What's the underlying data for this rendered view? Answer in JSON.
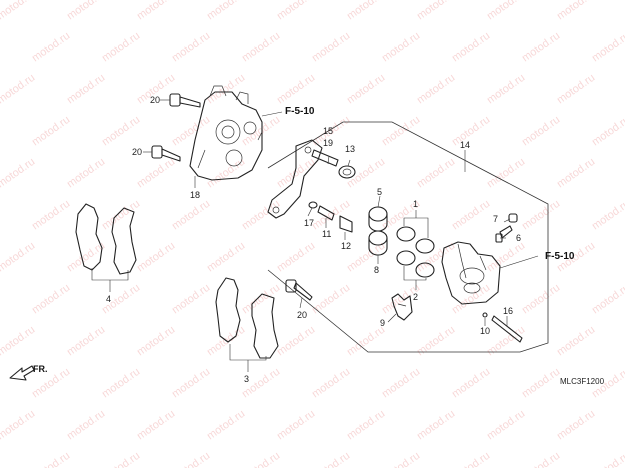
{
  "watermark": "motod.ru",
  "diagram_code": "MLC3F1200",
  "direction_label": "FR.",
  "references": [
    "F-5-10",
    "F-5-10"
  ],
  "callouts": {
    "c1": "1",
    "c2": "2",
    "c3": "3",
    "c4": "4",
    "c5": "5",
    "c6": "6",
    "c7": "7",
    "c8": "8",
    "c9": "9",
    "c10": "10",
    "c11": "11",
    "c12": "12",
    "c13": "13",
    "c14": "14",
    "c15": "15",
    "c16": "16",
    "c17": "17",
    "c18": "18",
    "c19": "19",
    "c20a": "20",
    "c20b": "20",
    "c20c": "20"
  },
  "colors": {
    "line": "#222222",
    "watermark": "#f2b9b9",
    "background": "#ffffff"
  }
}
